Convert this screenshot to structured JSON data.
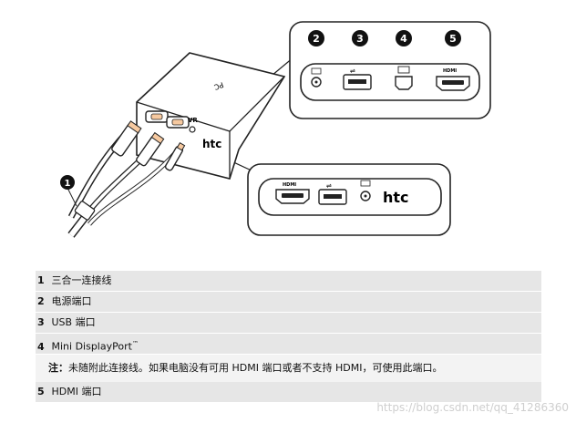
{
  "callouts": [
    "1",
    "2",
    "3",
    "4",
    "5"
  ],
  "device_labels": {
    "vr": "VR",
    "brand": "htc",
    "hdmi": "HDMI"
  },
  "legend": [
    {
      "num": "1",
      "text": "三合一连接线"
    },
    {
      "num": "2",
      "text": "电源端口"
    },
    {
      "num": "3",
      "text": "USB 端口"
    },
    {
      "num": "4",
      "text": "Mini DisplayPort",
      "sup": "™"
    },
    {
      "note_label": "注：",
      "note_text": "未随附此连接线。如果电脑没有可用 HDMI 端口或者不支持 HDMI，可使用此端口。"
    },
    {
      "num": "5",
      "text": "HDMI 端口"
    }
  ],
  "watermark": "https://blog.csdn.net/qq_41286360"
}
